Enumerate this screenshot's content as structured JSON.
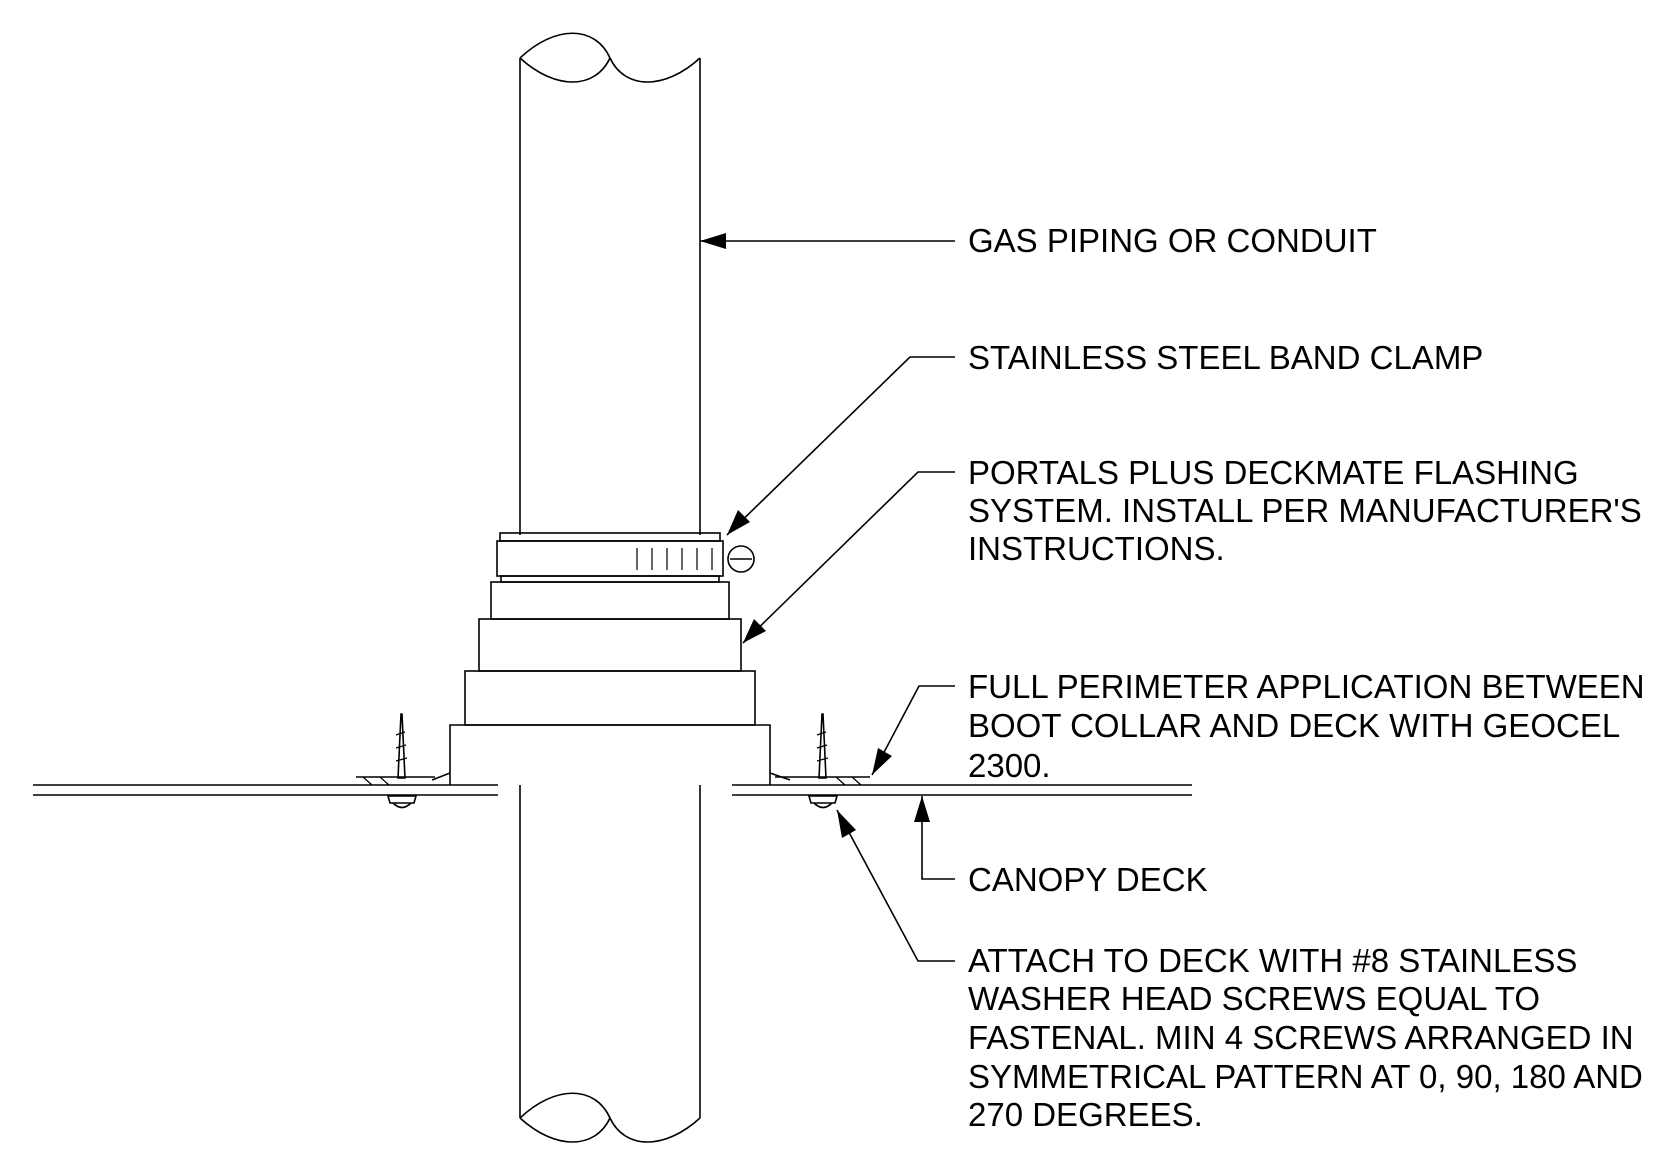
{
  "callouts": {
    "gas_piping": [
      "GAS PIPING OR CONDUIT"
    ],
    "band_clamp": [
      "STAINLESS STEEL BAND CLAMP"
    ],
    "flashing_system": [
      "PORTALS PLUS DECKMATE FLASHING",
      "SYSTEM. INSTALL PER MANUFACTURER'S",
      "INSTRUCTIONS."
    ],
    "sealant": [
      "FULL PERIMETER APPLICATION BETWEEN",
      "BOOT COLLAR AND DECK WITH GEOCEL",
      "2300."
    ],
    "canopy_deck": [
      "CANOPY DECK"
    ],
    "screws": [
      "ATTACH TO DECK WITH #8 STAINLESS",
      "WASHER HEAD SCREWS EQUAL TO",
      "FASTENAL.  MIN 4 SCREWS ARRANGED IN",
      "SYMMETRICAL PATTERN AT 0, 90, 180 AND",
      "270 DEGREES."
    ]
  }
}
